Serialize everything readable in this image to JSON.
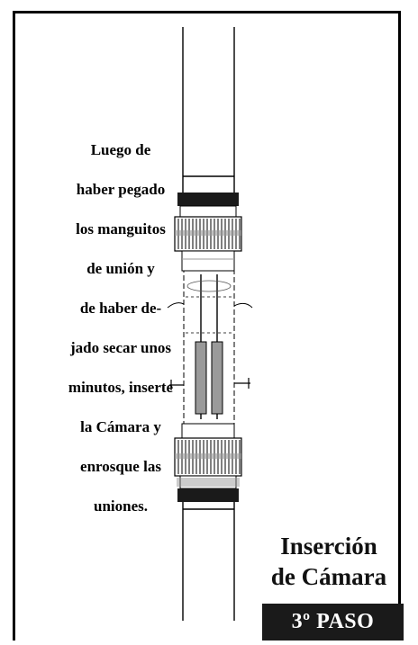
{
  "instruction": {
    "lines": [
      "Luego de",
      "haber pegado",
      "los manguitos",
      "de unión y",
      "de haber de-",
      "jado secar unos",
      "minutos, inserte",
      "la Cámara y",
      "enrosque las",
      "uniones."
    ]
  },
  "title": {
    "line1": "Inserción",
    "line2": "de Cámara"
  },
  "step": {
    "label": "3º PASO"
  },
  "illustration": {
    "name": "camera-insertion-drawing",
    "colors": {
      "ink": "#000000",
      "paper": "#ffffff",
      "shade": "#9a9a9a"
    }
  }
}
